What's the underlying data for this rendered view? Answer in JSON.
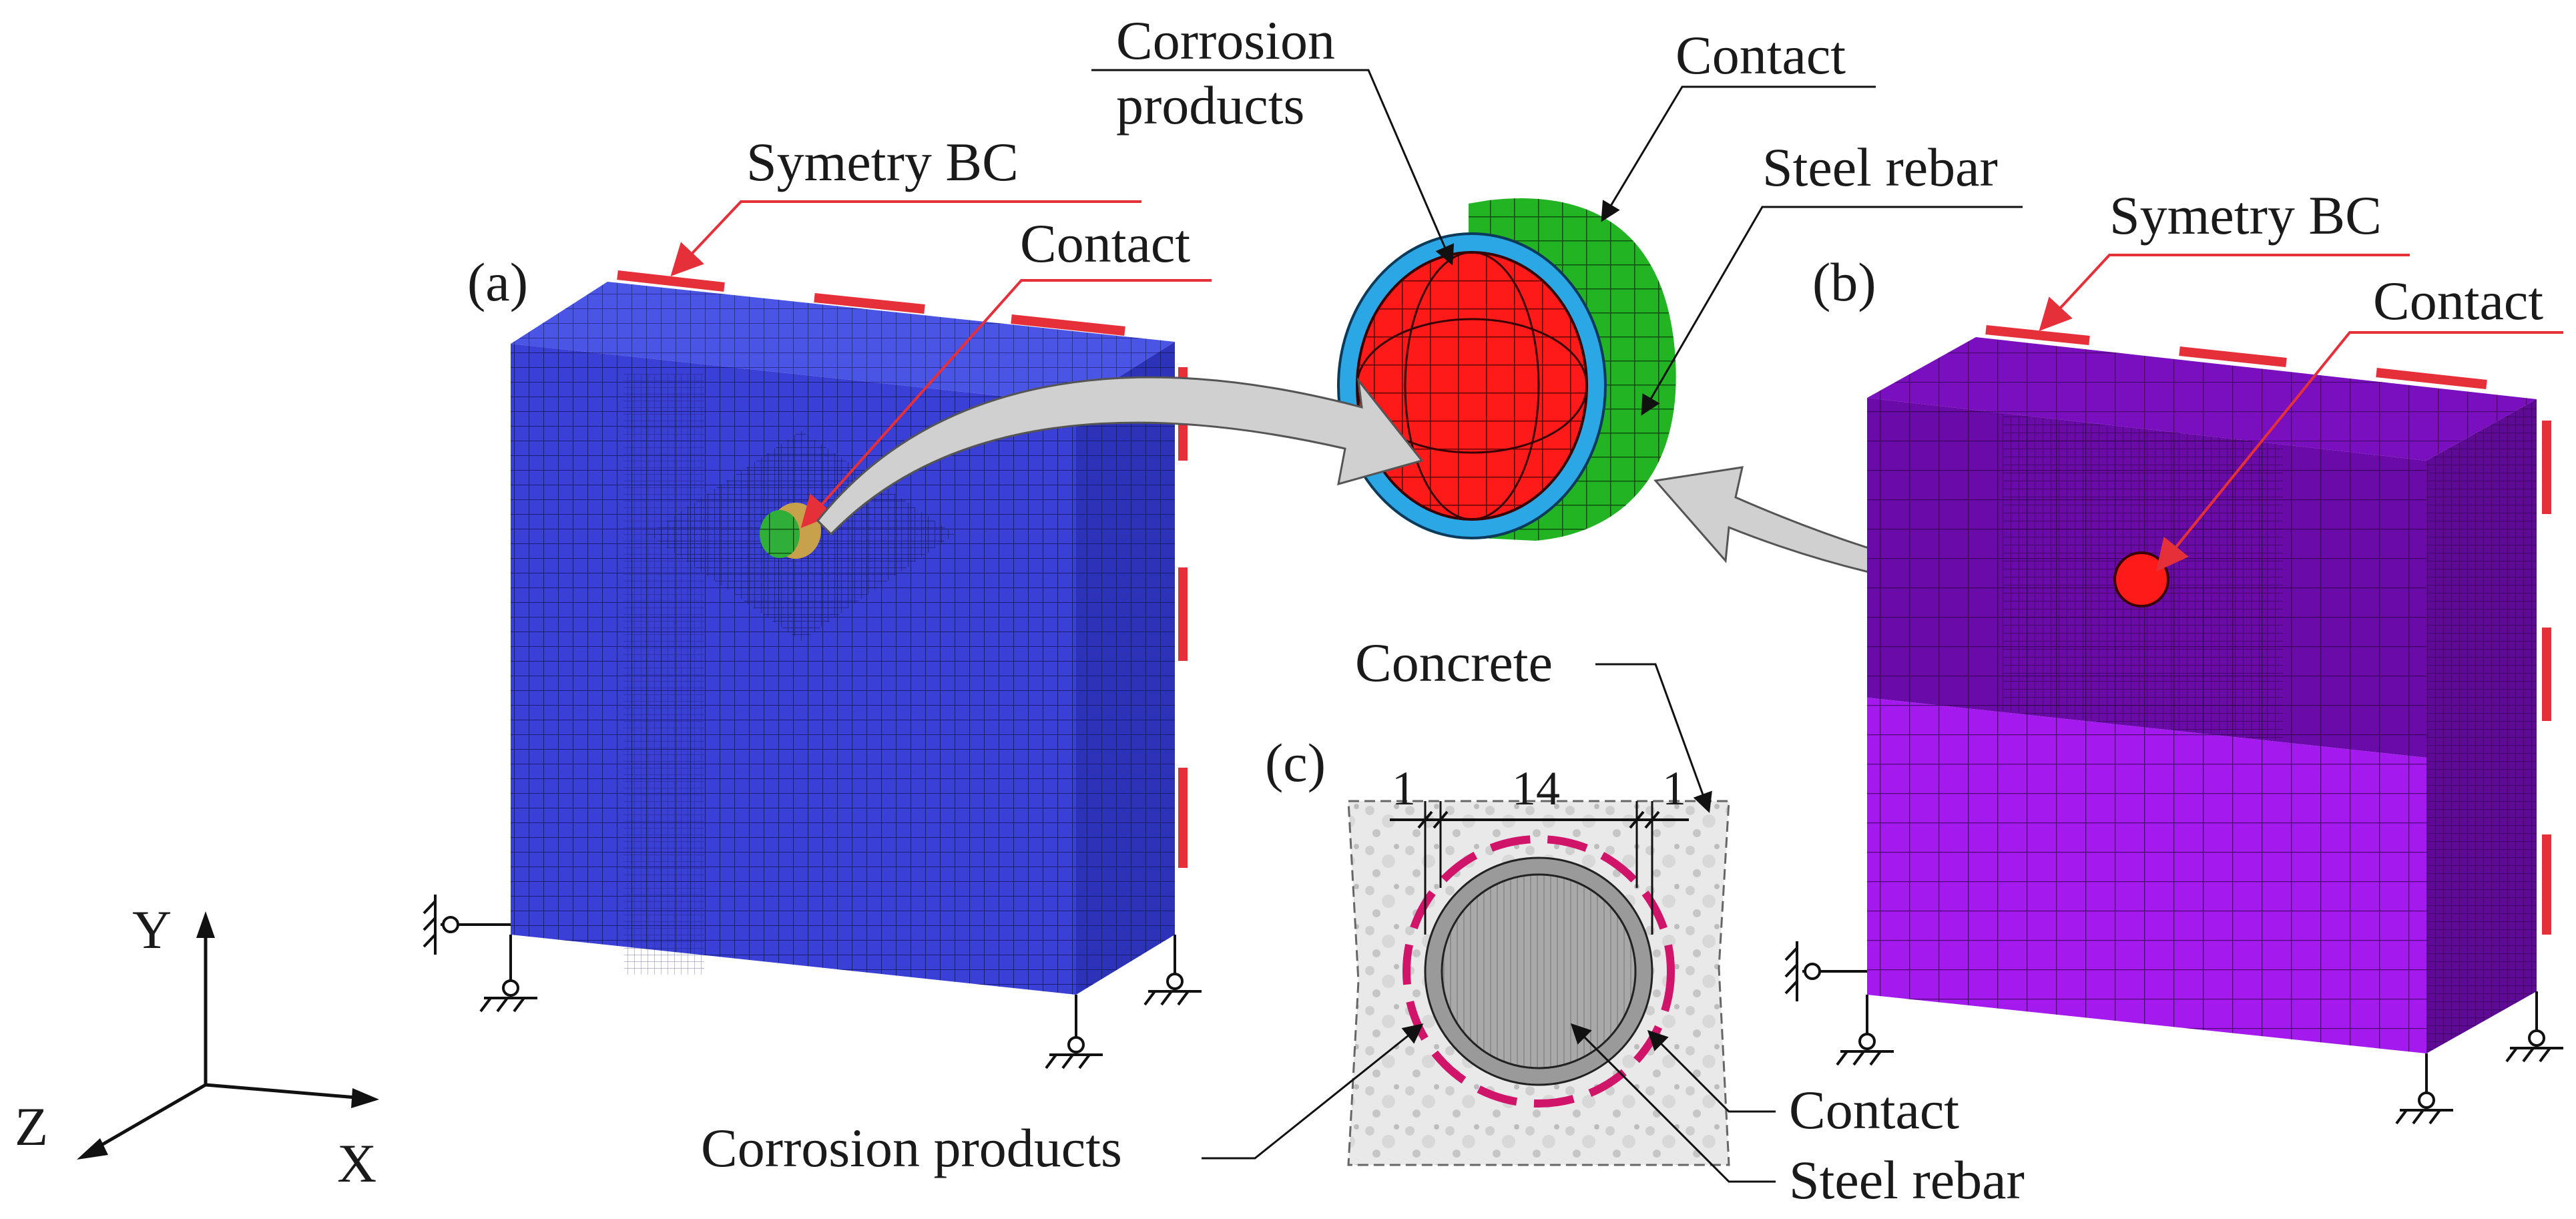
{
  "panels": {
    "a": {
      "tag": "(a)",
      "symmetry_label": "Symetry BC",
      "contact_label": "Contact"
    },
    "b": {
      "tag": "(b)",
      "symmetry_label": "Symetry BC",
      "contact_label": "Contact"
    },
    "detail": {
      "corrosion_label_line1": "Corrosion",
      "corrosion_label_line2": "products",
      "contact_label": "Contact",
      "rebar_label": "Steel rebar"
    },
    "c": {
      "tag": "(c)",
      "concrete_label": "Concrete",
      "dim_left": "1",
      "dim_mid": "14",
      "dim_right": "1",
      "corrosion_label": "Corrosion products",
      "contact_label": "Contact",
      "rebar_label": "Steel rebar"
    }
  },
  "axes": {
    "y": "Y",
    "z": "Z",
    "x": "X"
  },
  "colors": {
    "mesh_a": "#3a3fd6",
    "mesh_b": "#8a12d8",
    "symmetry": "#e5303a",
    "rebar": "#ff1a1a",
    "corrosion": "#2ba7e6",
    "contact_shell": "#22b422",
    "arrow_fill": "#d0d0d0",
    "concrete_bg": "#e6e6e6"
  }
}
